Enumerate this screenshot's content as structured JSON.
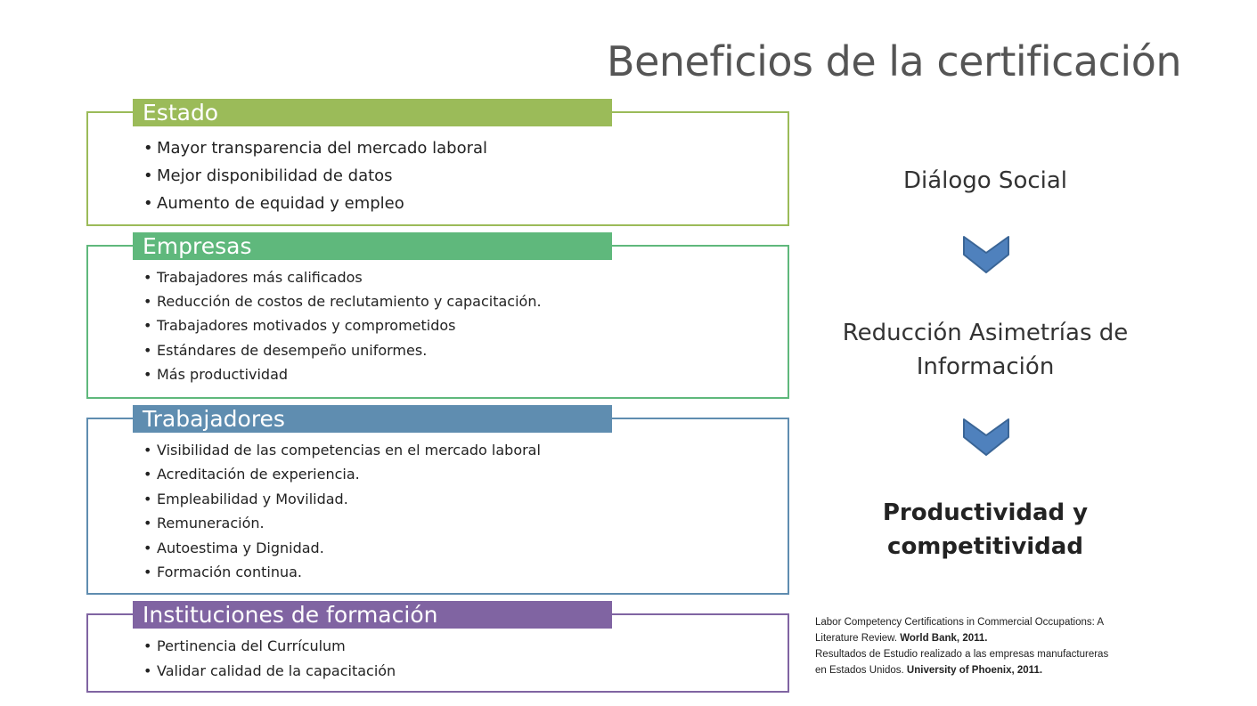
{
  "title": "Beneficios de la certificación",
  "sections": [
    {
      "heading": "Estado",
      "color": "#9bbb59",
      "items": [
        "Mayor transparencia del mercado laboral",
        "Mejor disponibilidad de datos",
        "Aumento de equidad y empleo"
      ]
    },
    {
      "heading": "Empresas",
      "color": "#5fb87c",
      "items": [
        "Trabajadores más calificados",
        "Reducción de costos de reclutamiento y capacitación.",
        "Trabajadores motivados y comprometidos",
        "Estándares de desempeño uniformes.",
        "Más productividad"
      ]
    },
    {
      "heading": "Trabajadores",
      "color": "#5f8db0",
      "items": [
        "Visibilidad de las competencias en el mercado laboral",
        "Acreditación de experiencia.",
        "Empleabilidad y Movilidad.",
        "Remuneración.",
        "Autoestima y Dignidad.",
        "Formación continua."
      ]
    },
    {
      "heading": "Instituciones de formación",
      "color": "#8064a2",
      "items": [
        "Pertinencia del Currículum",
        "Validar calidad de la capacitación"
      ]
    }
  ],
  "flow": {
    "step1": "Diálogo Social",
    "step2_line1": "Reducción Asimetrías de",
    "step2_line2": "Información",
    "step3_line1": "Productividad y",
    "step3_line2": "competitividad",
    "arrow_color": "#4f81bd"
  },
  "references": {
    "ref1_text_a": "Labor Competency Certifications in Commercial Occupations: A",
    "ref1_text_b": "Literature Review. ",
    "ref1_source": "World Bank, 2011.",
    "ref2_text_a": "Resultados de Estudio realizado a las empresas manufactureras",
    "ref2_text_b": "en Estados Unidos. ",
    "ref2_source": "University of Phoenix, 2011."
  }
}
